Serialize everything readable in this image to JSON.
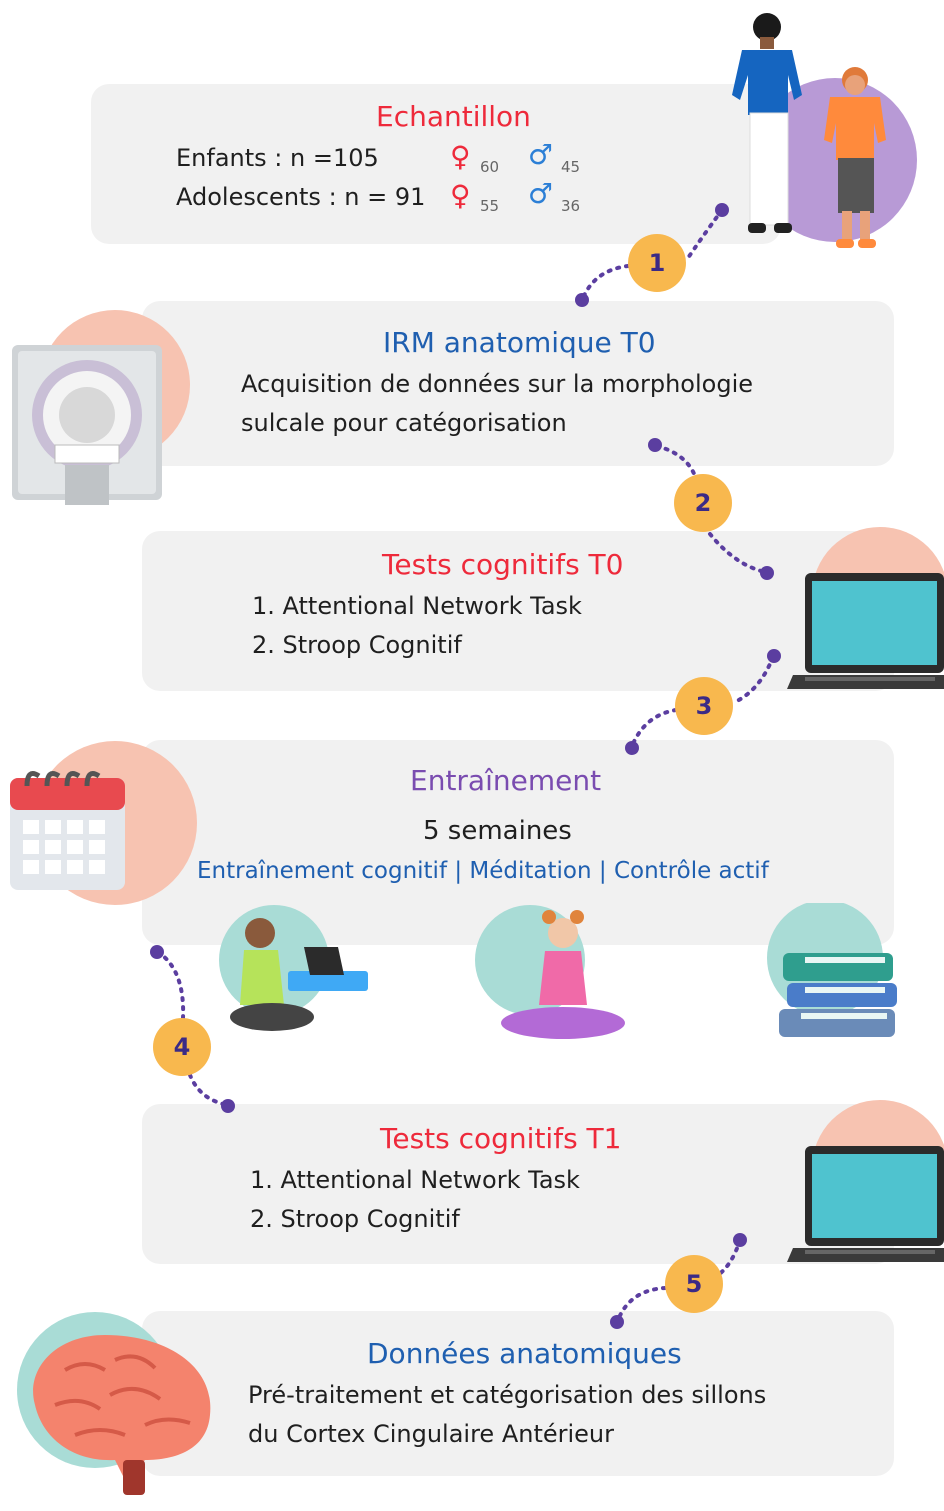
{
  "steps": {
    "s1": "1",
    "s2": "2",
    "s3": "3",
    "s4": "4",
    "s5": "5"
  },
  "sample": {
    "title": "Echantillon",
    "children_label": "Enfants : n =105",
    "children_f": "60",
    "children_m": "45",
    "teens_label": "Adolescents : n = 91",
    "teens_f": "55",
    "teens_m": "36"
  },
  "mri": {
    "title": "IRM anatomique T0",
    "line1": "Acquisition de données sur la morphologie",
    "line2": "sulcale pour catégorisation"
  },
  "tests_t0": {
    "title": "Tests cognitifs T0",
    "item1": "1. Attentional Network Task",
    "item2": "2. Stroop Cognitif"
  },
  "training": {
    "title": "Entraînement",
    "duration": "5 semaines",
    "conditions": "Entraînement cognitif | Méditation | Contrôle actif"
  },
  "tests_t1": {
    "title": "Tests cognitifs T1",
    "item1": "1. Attentional Network Task",
    "item2": "2. Stroop Cognitif"
  },
  "anat": {
    "title": "Données anatomiques",
    "line1": "Pré-traitement et catégorisation des sillons",
    "line2": "du Cortex Cingulaire Antérieur"
  },
  "colors": {
    "card_bg": "#f1f1f1",
    "title_red": "#ee2a3b",
    "title_blue": "#1f5fb0",
    "title_purple": "#7a4cb0",
    "badge": "#f8b84e",
    "badge_text": "#3b2a86",
    "connector": "#5b3ea0",
    "peach_circle": "#f7c3b1",
    "teal_circle": "#a9dcd6",
    "lilac_circle": "#b89ad6"
  },
  "icons": [
    "people-icon",
    "mri-scanner-icon",
    "laptop-icon",
    "calendar-icon",
    "tablet-girl-icon",
    "meditation-icon",
    "books-icon",
    "brain-icon"
  ]
}
